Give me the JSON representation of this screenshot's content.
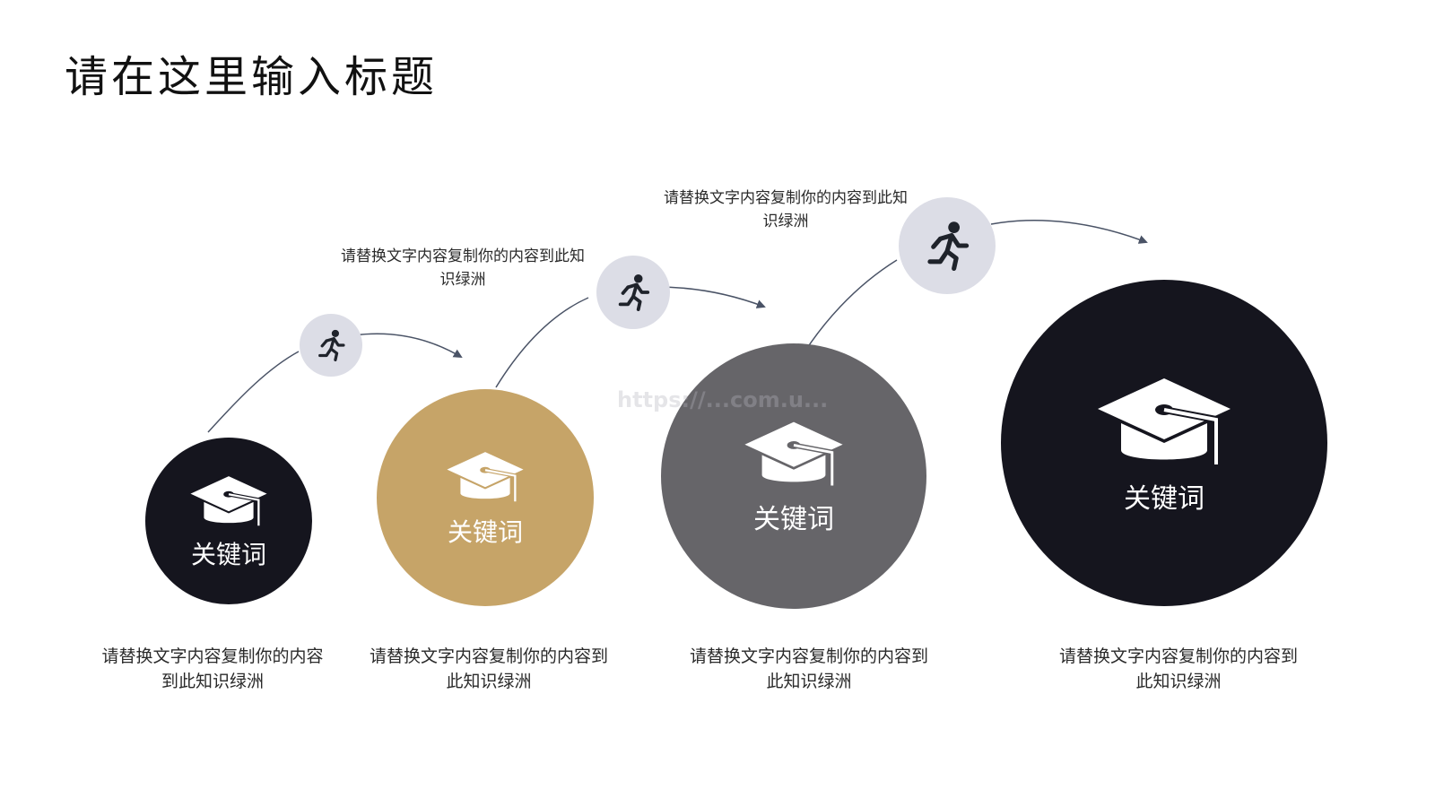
{
  "slide": {
    "title": "请在这里输入标题",
    "watermark": "https://...com.u..."
  },
  "steps": [
    {
      "keyword": "关键词",
      "color": "#15151e",
      "description": "请替换文字内容复制你的内容到此知识绿洲"
    },
    {
      "keyword": "关键词",
      "color": "#c6a468",
      "description": "请替换文字内容复制你的内容到此知识绿洲"
    },
    {
      "keyword": "关键词",
      "color": "#666569",
      "description": "请替换文字内容复制你的内容到此知识绿洲"
    },
    {
      "keyword": "关键词",
      "color": "#15151e",
      "description": "请替换文字内容复制你的内容到此知识绿洲"
    }
  ],
  "notes": [
    {
      "text": "请替换文字内容复制你的内容到此知识绿洲"
    },
    {
      "text": "请替换文字内容复制你的内容到此知识绿洲"
    }
  ],
  "icons": {
    "milestone": "graduation-cap-icon",
    "connector": "running-person-icon"
  },
  "colors": {
    "connector_line": "#4a5366",
    "runner_badge": "#dcdde6",
    "runner_glyph": "#1f232b"
  }
}
